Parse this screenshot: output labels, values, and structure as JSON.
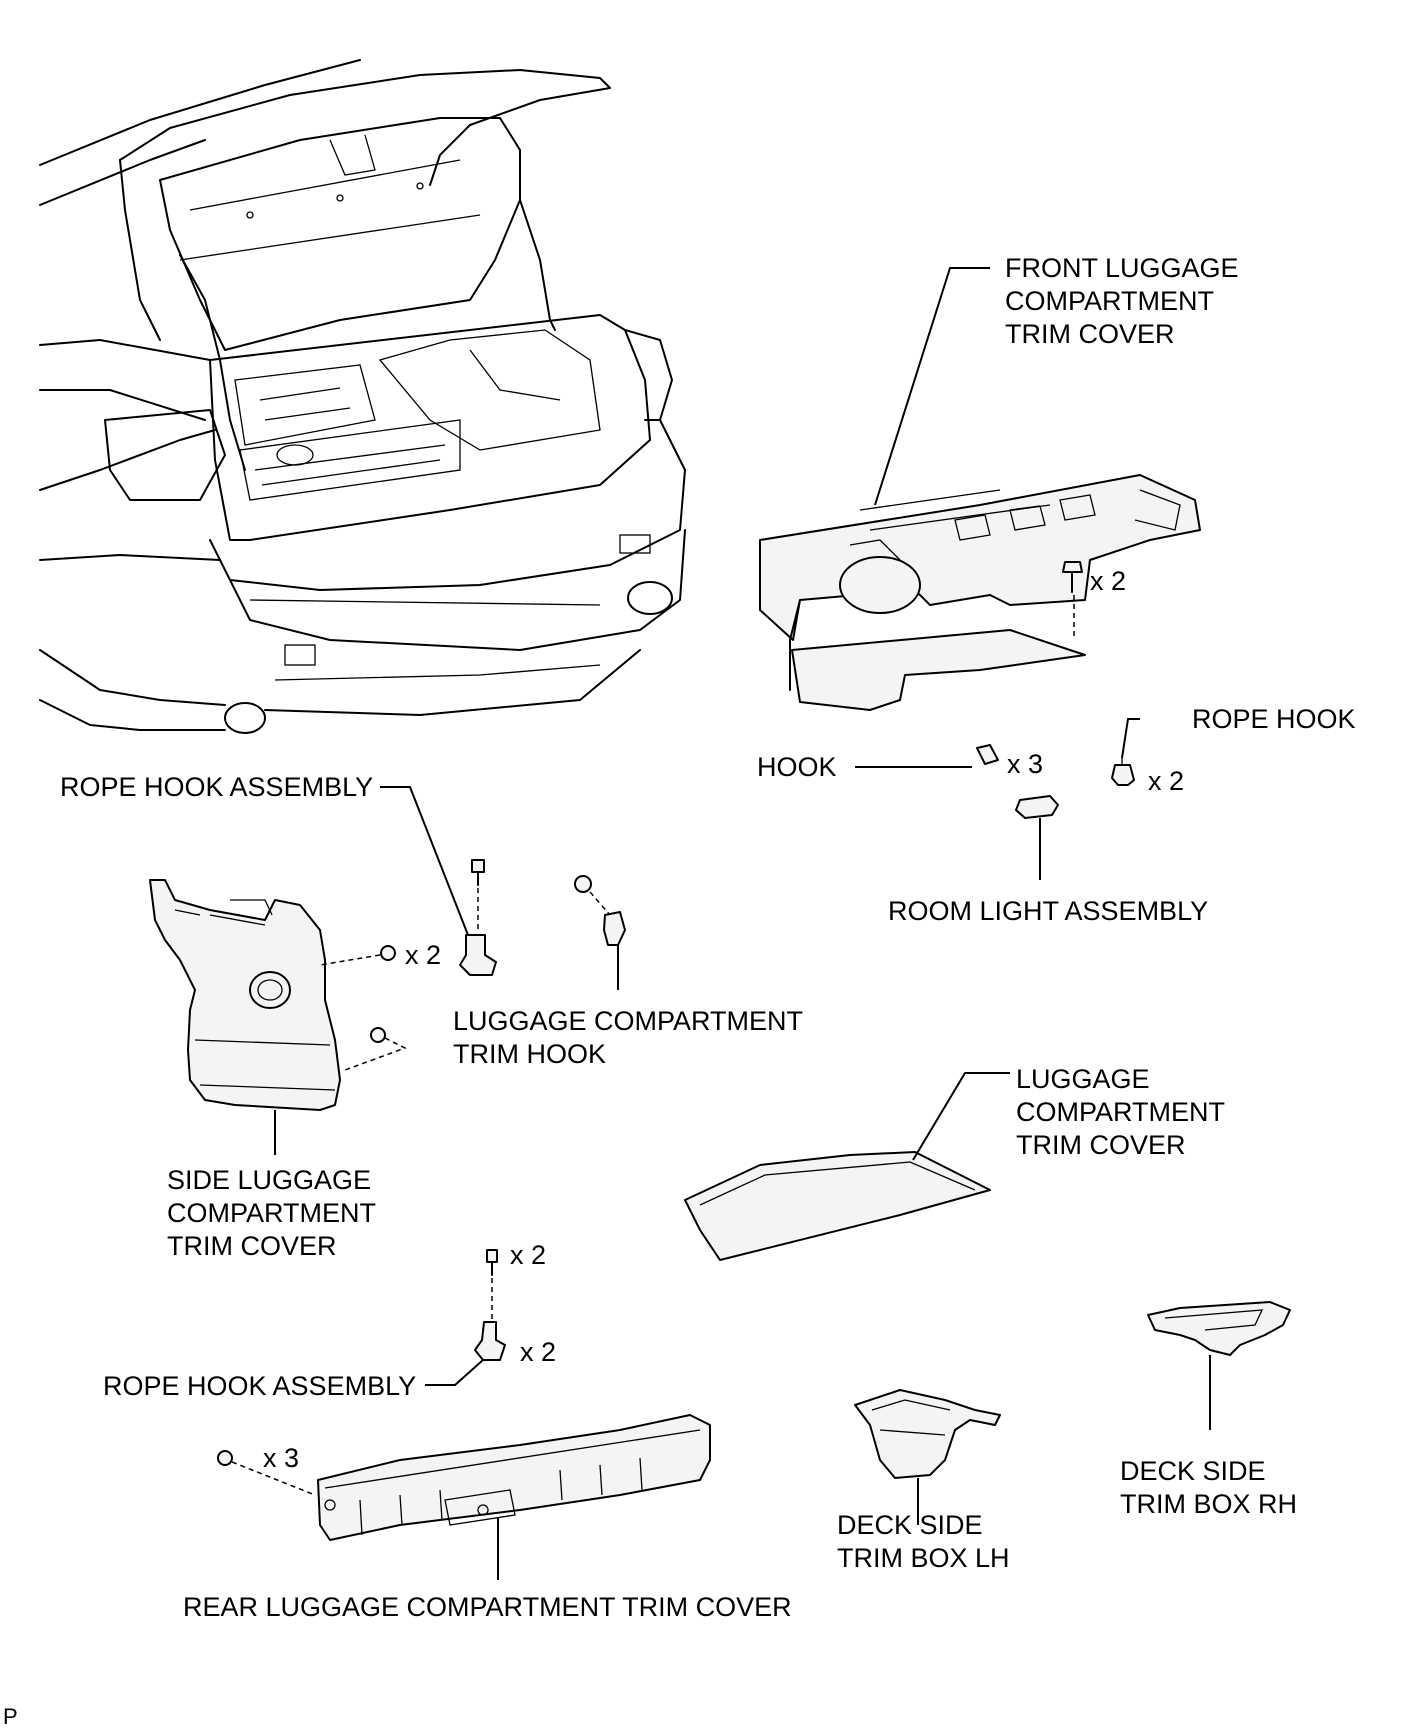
{
  "diagram": {
    "labels": {
      "front_trim_cover": [
        "FRONT LUGGAGE",
        "COMPARTMENT",
        "TRIM COVER"
      ],
      "rope_hook": [
        "ROPE HOOK"
      ],
      "hook": [
        "HOOK"
      ],
      "room_light": [
        "ROOM LIGHT ASSEMBLY"
      ],
      "rope_hook_assembly_upper": [
        "ROPE HOOK ASSEMBLY"
      ],
      "trim_hook": [
        "LUGGAGE COMPARTMENT",
        "TRIM HOOK"
      ],
      "luggage_trim_cover": [
        "LUGGAGE",
        "COMPARTMENT",
        "TRIM COVER"
      ],
      "side_trim_cover": [
        "SIDE LUGGAGE",
        "COMPARTMENT",
        "TRIM COVER"
      ],
      "rope_hook_assembly_lower": [
        "ROPE HOOK ASSEMBLY"
      ],
      "deck_box_lh": [
        "DECK SIDE",
        "TRIM BOX LH"
      ],
      "deck_box_rh": [
        "DECK SIDE",
        "TRIM BOX RH"
      ],
      "rear_trim_cover": [
        "REAR LUGGAGE COMPARTMENT TRIM COVER"
      ]
    },
    "quantities": {
      "front_clip": "x 2",
      "hook": "x 3",
      "rope_hook": "x 2",
      "side_clip": "x 2",
      "lower_bolt": "x 2",
      "lower_rope_hook": "x 2",
      "rear_clip": "x 3"
    },
    "corner_mark": "P"
  }
}
